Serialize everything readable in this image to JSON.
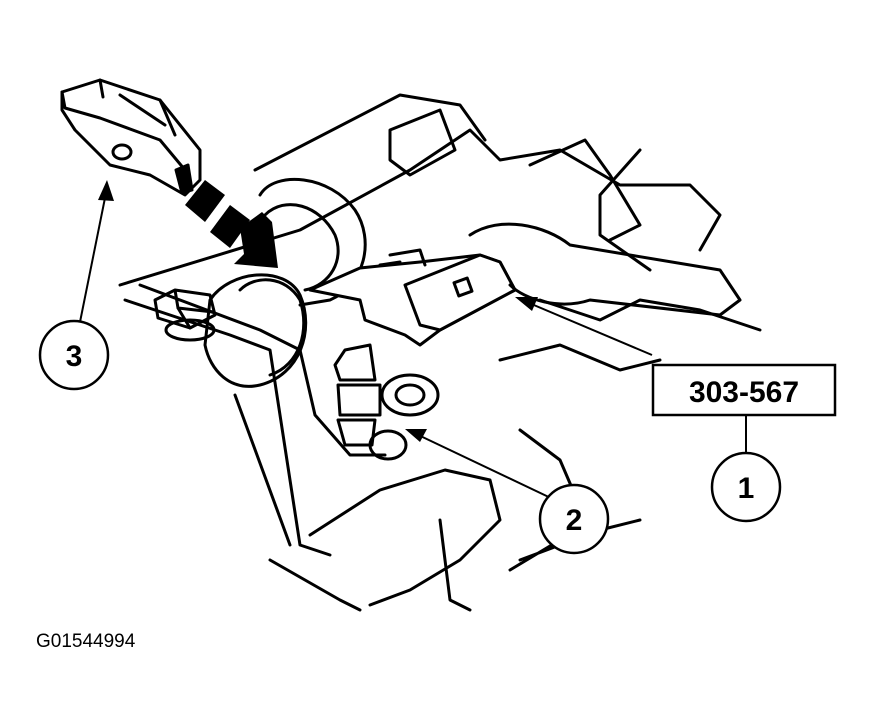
{
  "figure": {
    "id": "G01544994"
  },
  "tool_label": "303-567",
  "callouts": [
    {
      "number": "1"
    },
    {
      "number": "2"
    },
    {
      "number": "3"
    }
  ],
  "colors": {
    "ink": "#000000",
    "paper": "#ffffff"
  }
}
